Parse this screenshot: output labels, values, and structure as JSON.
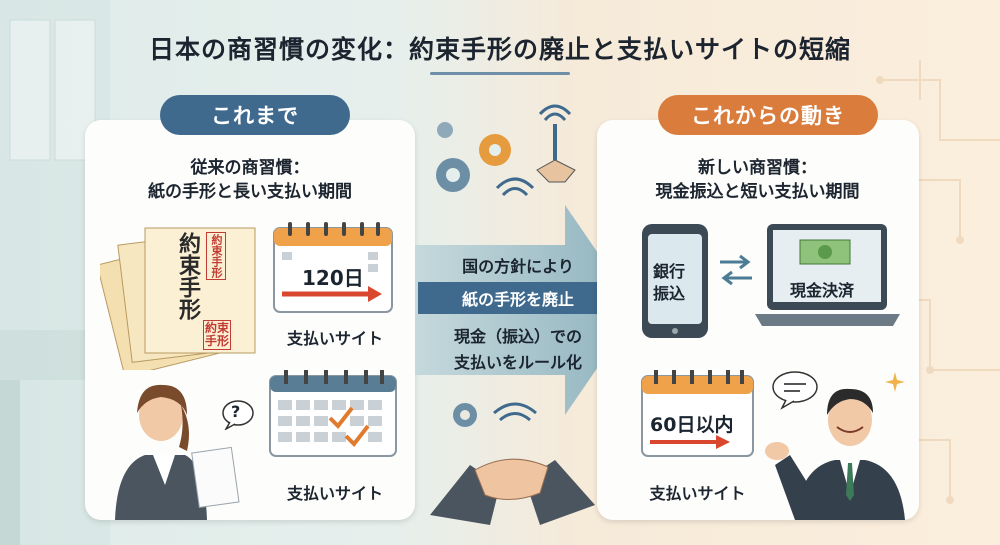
{
  "title": "日本の商習慣の変化：約束手形の廃止と支払いサイトの短縮",
  "left": {
    "badge": "これまで",
    "subheading_line1": "従来の商習慣：",
    "subheading_line2": "紙の手形と長い支払い期間",
    "document_title": "約束手形",
    "stamp_top": "約束手形",
    "stamp_bottom_1": "約束",
    "stamp_bottom_2": "手形",
    "calendar_days": "120日",
    "calendar1_label": "支払いサイト",
    "calendar2_label": "支払いサイト",
    "question_mark": "?"
  },
  "middle": {
    "line1": "国の方針により",
    "banner": "紙の手形を廃止",
    "line3": "現金（振込）での",
    "line4": "支払いをルール化"
  },
  "right": {
    "badge": "これからの動き",
    "subheading_line1": "新しい商習慣：",
    "subheading_line2": "現金振込と短い支払い期間",
    "phone_text_1": "銀行",
    "phone_text_2": "振込",
    "laptop_text": "現金決済",
    "calendar_days": "60日以内",
    "calendar_label": "支払いサイト"
  },
  "colors": {
    "navy": "#3f6a8e",
    "orange": "#d97c3c",
    "arrow_red": "#d9482e",
    "check_orange": "#e07a2e",
    "calendar_orange": "#f0a24a"
  }
}
